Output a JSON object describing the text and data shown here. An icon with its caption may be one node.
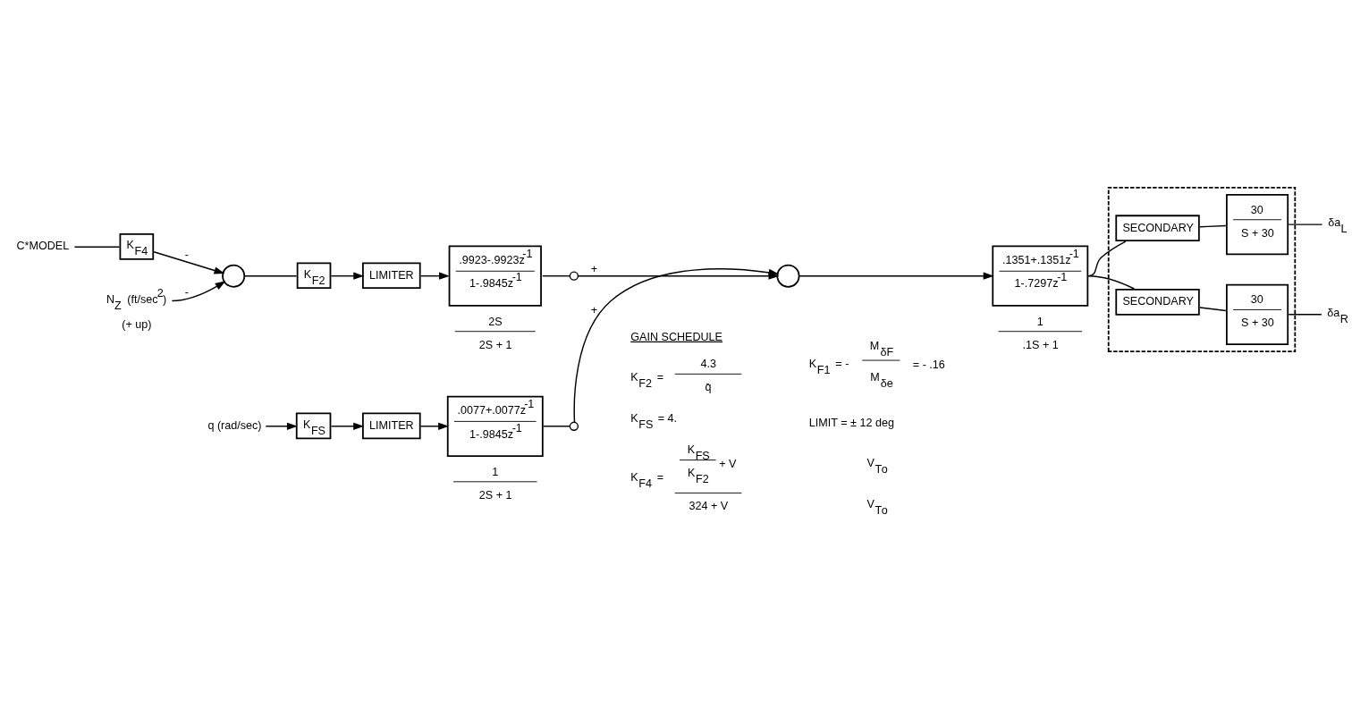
{
  "diagram": {
    "nodes": [
      {
        "text": [
          "C*MODEL"
        ]
      },
      {
        "text": [
          "K$_{F4}$"
        ]
      },
      {
        "text": [],
        "shape": "circle"
      },
      {
        "text": [
          "K$_{F2}$"
        ]
      },
      {
        "text": [
          "LIMITER"
        ]
      },
      {
        "text": [
          ".9923-.9923z$^{-1}$",
          "1-.9845z$^{-1}$"
        ],
        "beside": [
          "2S",
          "2S + 1"
        ]
      },
      {
        "text": [],
        "shape": "switch"
      },
      {
        "text": [],
        "shape": "circle"
      },
      {
        "text": [
          ".1351+.1351z$^{-1}$",
          "1-.7297z$^{-1}$"
        ],
        "beside": [
          "1",
          ".1S + 1"
        ]
      },
      {
        "text": [],
        "shape": "box"
      },
      {
        "text": [
          "SECONDARY"
        ],
        "in": 9
      },
      {
        "text": [
          "30",
          "S + 30"
        ],
        "in": 9
      },
      {
        "text": [
          "SECONDARY"
        ],
        "in": 9
      },
      {
        "text": [
          "30",
          "S + 30"
        ],
        "in": 9
      },
      {
        "text": [
          "δa$_{L}$"
        ]
      },
      {
        "text": [
          "δa$_{R}$"
        ]
      },
      {
        "text": [
          "N$_{Z}$ (ft/sec$^{2}$)"
        ],
        "beside": [
          "(+ up)"
        ]
      },
      {
        "text": [
          "q (rad/sec)"
        ]
      },
      {
        "text": [
          "K$_{FS}$"
        ]
      },
      {
        "text": [
          "LIMITER"
        ]
      },
      {
        "text": [
          ".0077+.0077z$^{-1}$",
          "1-.9845z$^{-1}$"
        ],
        "beside": [
          "1",
          "2S + 1"
        ]
      },
      {
        "text": [],
        "shape": "switch"
      }
    ],
    "edges": [
      {
        "from": 0,
        "to": 1,
        "arrow": "none"
      },
      {
        "from": 1,
        "to": 2,
        "arrow": "to",
        "label": "-"
      },
      {
        "from": 16,
        "to": 2,
        "arrow": "to",
        "label": "-"
      },
      {
        "from": 2,
        "to": 3,
        "arrow": "none"
      },
      {
        "from": 3,
        "to": 4,
        "arrow": "to"
      },
      {
        "from": 4,
        "to": 5,
        "arrow": "to"
      },
      {
        "from": 5,
        "to": 6,
        "arrow": "none"
      },
      {
        "from": 6,
        "to": 7,
        "arrow": "to",
        "label": "+"
      },
      {
        "from": 7,
        "to": 8,
        "arrow": "to"
      },
      {
        "from": 8,
        "to": 10,
        "arrow": "none"
      },
      {
        "from": 8,
        "to": 12,
        "arrow": "none"
      },
      {
        "from": 10,
        "to": 11,
        "arrow": "none"
      },
      {
        "from": 12,
        "to": 13,
        "arrow": "none"
      },
      {
        "from": 11,
        "to": 14,
        "arrow": "none"
      },
      {
        "from": 13,
        "to": 15,
        "arrow": "none"
      },
      {
        "from": 17,
        "to": 18,
        "arrow": "to"
      },
      {
        "from": 18,
        "to": 19,
        "arrow": "to"
      },
      {
        "from": 19,
        "to": 20,
        "arrow": "to"
      },
      {
        "from": 20,
        "to": 21,
        "arrow": "none"
      },
      {
        "from": 21,
        "to": 7,
        "arrow": "to",
        "label": "+"
      }
    ],
    "labels": [
      "GAIN SCHEDULE",
      "K$_{F2}$ =",
      "4.3",
      "q̄",
      "K$_{F1}$ = -",
      "M$_{δF}$",
      "M$_{δe}$",
      "= - .16",
      "K$_{FS}$ = 4.",
      "LIMIT = ± 12 deg",
      "K$_{FS}$",
      "K$_{F2}$",
      "+ V",
      "K$_{F4}$ =",
      "324 + V",
      "V$_{T}$$_{o}$",
      "V$_{T}$$_{o}$"
    ]
  }
}
